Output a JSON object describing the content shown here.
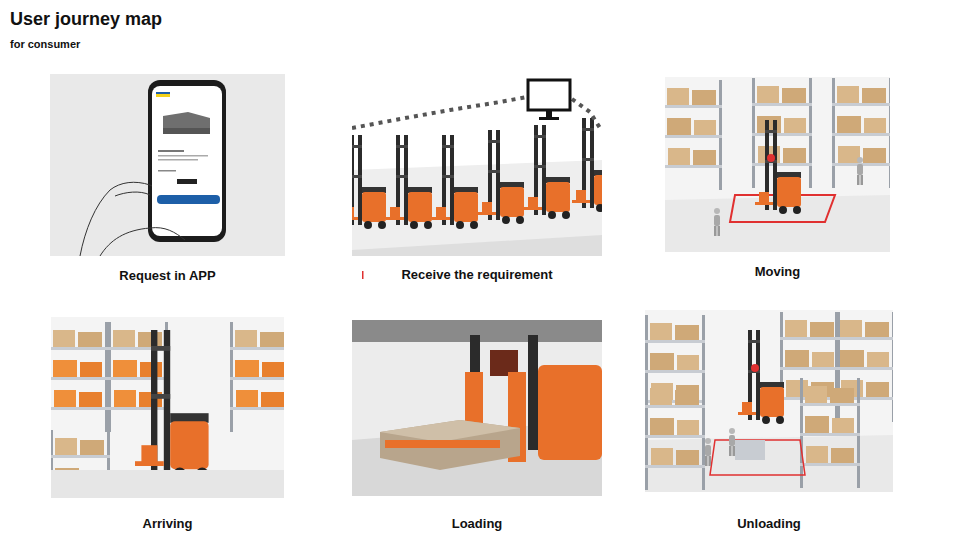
{
  "diagram": {
    "title": "User journey map",
    "nodes": [
      {
        "text": [
          "Request in APP"
        ]
      },
      {
        "text": [
          "Receive the requirement"
        ]
      },
      {
        "text": [
          "Moving"
        ]
      },
      {
        "text": [
          "Arriving"
        ]
      },
      {
        "text": [
          "Loading"
        ]
      },
      {
        "text": [
          "Unloading"
        ]
      }
    ],
    "labels": [
      "for consumer"
    ]
  }
}
